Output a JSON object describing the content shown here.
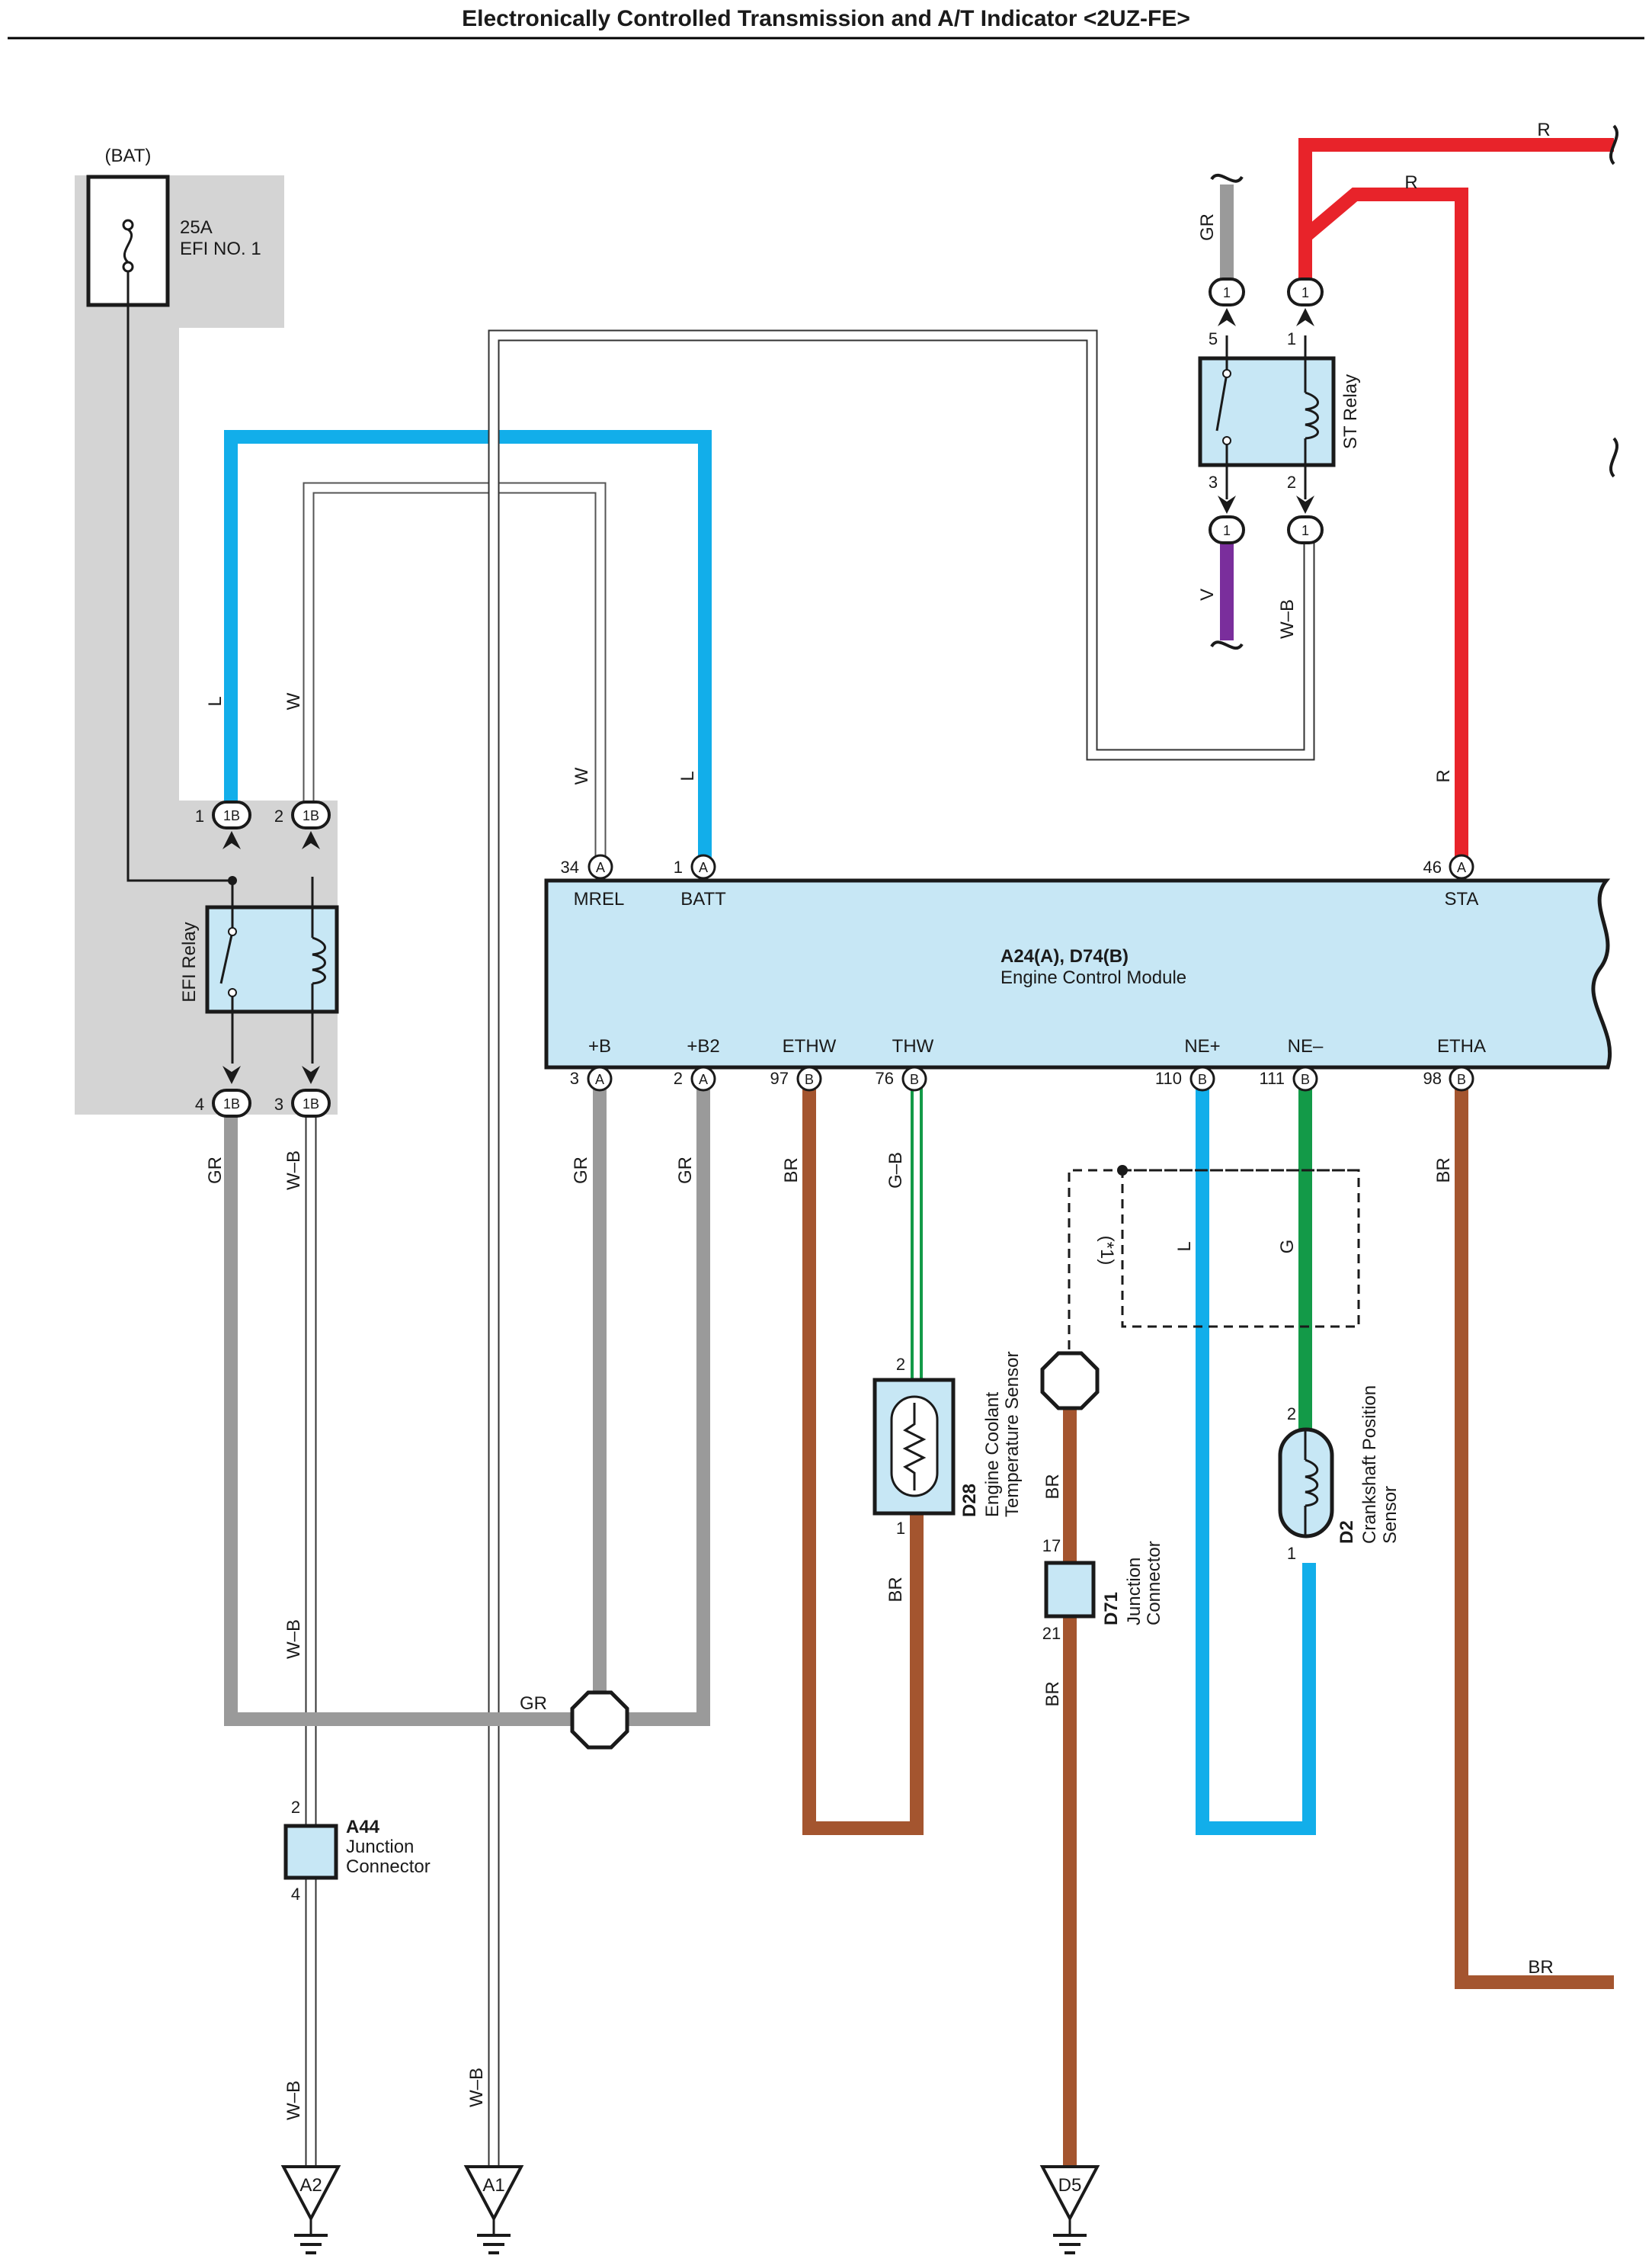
{
  "title": "Electronically Controlled Transmission and A/T Indicator <2UZ-FE>",
  "colors": {
    "L": "#12aeea",
    "R": "#e8232a",
    "GR": "#9a9a9a",
    "BR": "#a4552f",
    "V": "#7a2e9c",
    "G": "#139a48",
    "module_fill": "#c7e7f5",
    "gray_bg": "#d4d4d4"
  },
  "fuse": {
    "source": "(BAT)",
    "rating": "25A",
    "name": "EFI NO. 1"
  },
  "efi_relay": {
    "name": "EFI Relay",
    "connector": "1B",
    "pins": {
      "top_left": "1",
      "top_right": "2",
      "bottom_left": "4",
      "bottom_right": "3"
    }
  },
  "st_relay": {
    "name": "ST Relay",
    "conn_num": "1",
    "pins": {
      "tl": "5",
      "tr": "1",
      "bl": "3",
      "br": "2"
    }
  },
  "ecm": {
    "id": "A24(A), D74(B)",
    "name": "Engine Control Module",
    "top_pins": [
      {
        "num": "34",
        "conn": "A",
        "name": "MREL"
      },
      {
        "num": "1",
        "conn": "A",
        "name": "BATT"
      },
      {
        "num": "46",
        "conn": "A",
        "name": "STA"
      }
    ],
    "bottom_pins": [
      {
        "num": "3",
        "conn": "A",
        "name": "+B"
      },
      {
        "num": "2",
        "conn": "A",
        "name": "+B2"
      },
      {
        "num": "97",
        "conn": "B",
        "name": "ETHW"
      },
      {
        "num": "76",
        "conn": "B",
        "name": "THW"
      },
      {
        "num": "110",
        "conn": "B",
        "name": "NE+"
      },
      {
        "num": "111",
        "conn": "B",
        "name": "NE–"
      },
      {
        "num": "98",
        "conn": "B",
        "name": "ETHA"
      }
    ]
  },
  "wires": {
    "L": "L",
    "W": "W",
    "GR": "GR",
    "WB": "W–B",
    "BR": "BR",
    "GB": "G–B",
    "G": "G",
    "V": "V",
    "R": "R"
  },
  "sensors": {
    "coolant": {
      "id": "D28",
      "name_line1": "Engine Coolant",
      "name_line2": "Temperature Sensor",
      "pin_top": "2",
      "pin_bottom": "1"
    },
    "crank": {
      "id": "D2",
      "name_line1": "Crankshaft Position",
      "name_line2": "Sensor",
      "pin_top": "2",
      "pin_bottom": "1"
    }
  },
  "junctions": {
    "d71": {
      "id": "D71",
      "line1": "Junction",
      "line2": "Connector",
      "pin_top": "17",
      "pin_bottom": "21"
    },
    "a44": {
      "id": "A44",
      "line1": "Junction",
      "line2": "Connector",
      "pin_top": "2",
      "pin_bottom": "4"
    }
  },
  "note": "(*1)",
  "grounds": {
    "a2": "A2",
    "a1": "A1",
    "d5": "D5"
  }
}
